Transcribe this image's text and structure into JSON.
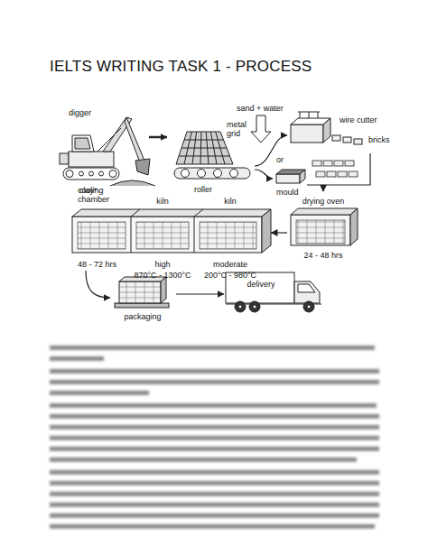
{
  "diagram": {
    "title": "IELTS WRITING TASK 1 - PROCESS",
    "nodes": [
      {
        "text": [
          "digger",
          "clay*"
        ]
      },
      {
        "text": [
          "metal grid",
          "roller"
        ]
      },
      {
        "text": [
          "wire cutter",
          "bricks"
        ]
      },
      {
        "text": [
          "mould"
        ]
      },
      {
        "text": [
          "cooling chamber",
          "48 - 72 hrs"
        ]
      },
      {
        "text": [
          "kiln",
          "high",
          "870°C - 1300°C"
        ]
      },
      {
        "text": [
          "kiln",
          "moderate",
          "200°C - 980°C"
        ]
      },
      {
        "text": [
          "drying oven",
          "24 - 48 hrs"
        ]
      },
      {
        "text": [
          "packaging"
        ]
      },
      {
        "text": [
          "delivery"
        ]
      }
    ],
    "edges": [
      {
        "from": 0,
        "to": 1,
        "arrow": "to"
      },
      {
        "from": 1,
        "to": 2,
        "arrow": "to"
      },
      {
        "from": 1,
        "to": 3,
        "arrow": "to"
      },
      {
        "from": 2,
        "to": 7,
        "arrow": "to"
      },
      {
        "from": 3,
        "to": 7,
        "arrow": "to"
      },
      {
        "from": 7,
        "to": 6,
        "arrow": "to"
      },
      {
        "from": 4,
        "to": 8,
        "arrow": "to"
      },
      {
        "from": 8,
        "to": 9,
        "arrow": "to"
      }
    ],
    "labels": [
      "sand + water",
      "or"
    ]
  }
}
